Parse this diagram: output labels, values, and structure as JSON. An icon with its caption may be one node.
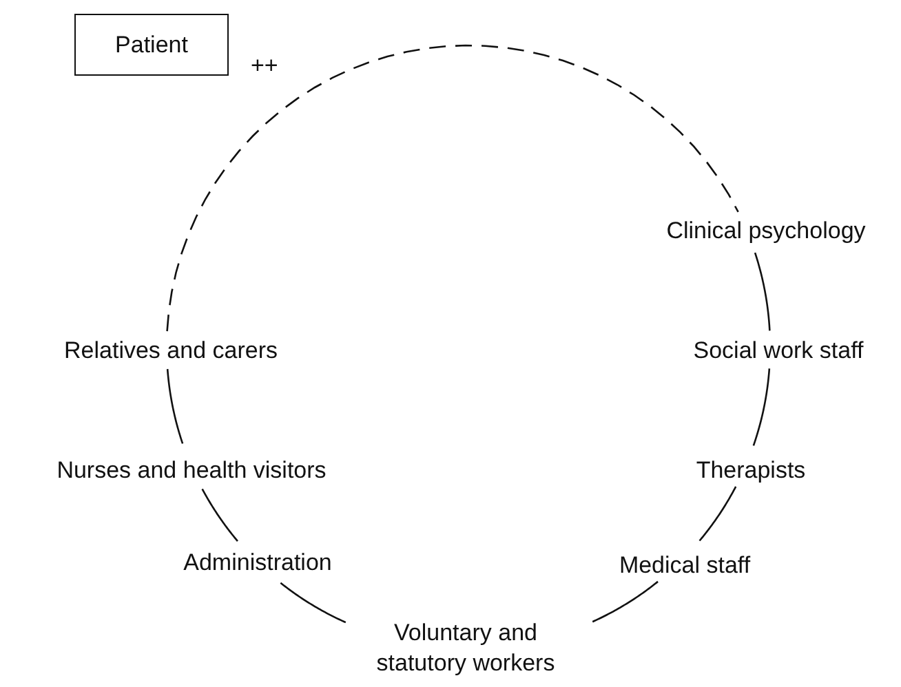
{
  "diagram": {
    "nodes": [
      {
        "text": [
          "Patient"
        ]
      },
      {
        "text": [
          "Clinical psychology"
        ]
      },
      {
        "text": [
          "Social work staff"
        ]
      },
      {
        "text": [
          "Therapists"
        ]
      },
      {
        "text": [
          "Medical staff"
        ]
      },
      {
        "text": [
          "Voluntary and statutory workers"
        ]
      },
      {
        "text": [
          "Administration"
        ]
      },
      {
        "text": [
          "Nurses and health visitors"
        ]
      },
      {
        "text": [
          "Relatives and carers"
        ]
      }
    ],
    "edges": [
      {
        "from": 1,
        "to": 2,
        "arrow": "none"
      },
      {
        "from": 2,
        "to": 3,
        "arrow": "none"
      },
      {
        "from": 3,
        "to": 4,
        "arrow": "none"
      },
      {
        "from": 4,
        "to": 5,
        "arrow": "none"
      },
      {
        "from": 5,
        "to": 6,
        "arrow": "none"
      },
      {
        "from": 6,
        "to": 7,
        "arrow": "none"
      },
      {
        "from": 7,
        "to": 8,
        "arrow": "none"
      },
      {
        "from": 8,
        "to": 1,
        "arrow": "none",
        "style": "dashed"
      }
    ],
    "labels": [
      "++"
    ]
  }
}
